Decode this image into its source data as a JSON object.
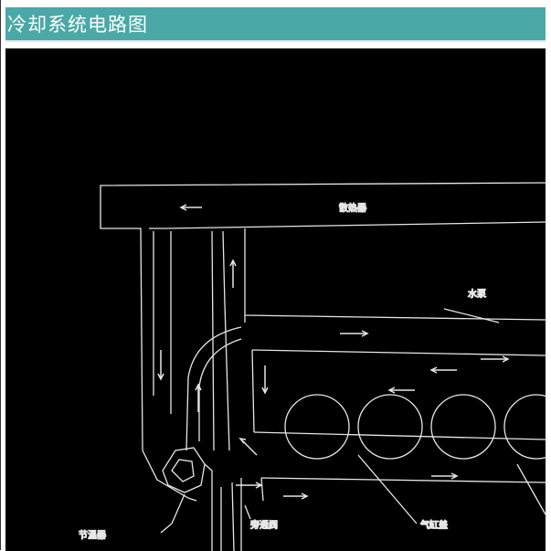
{
  "page": {
    "title": "冷却系统电路图"
  },
  "diagram": {
    "labels": {
      "radiator": "散热器",
      "water_pump": "水泵",
      "thermostat": "节温器",
      "bypass_valve": "旁通阀",
      "cylinder": "气缸盖"
    }
  }
}
